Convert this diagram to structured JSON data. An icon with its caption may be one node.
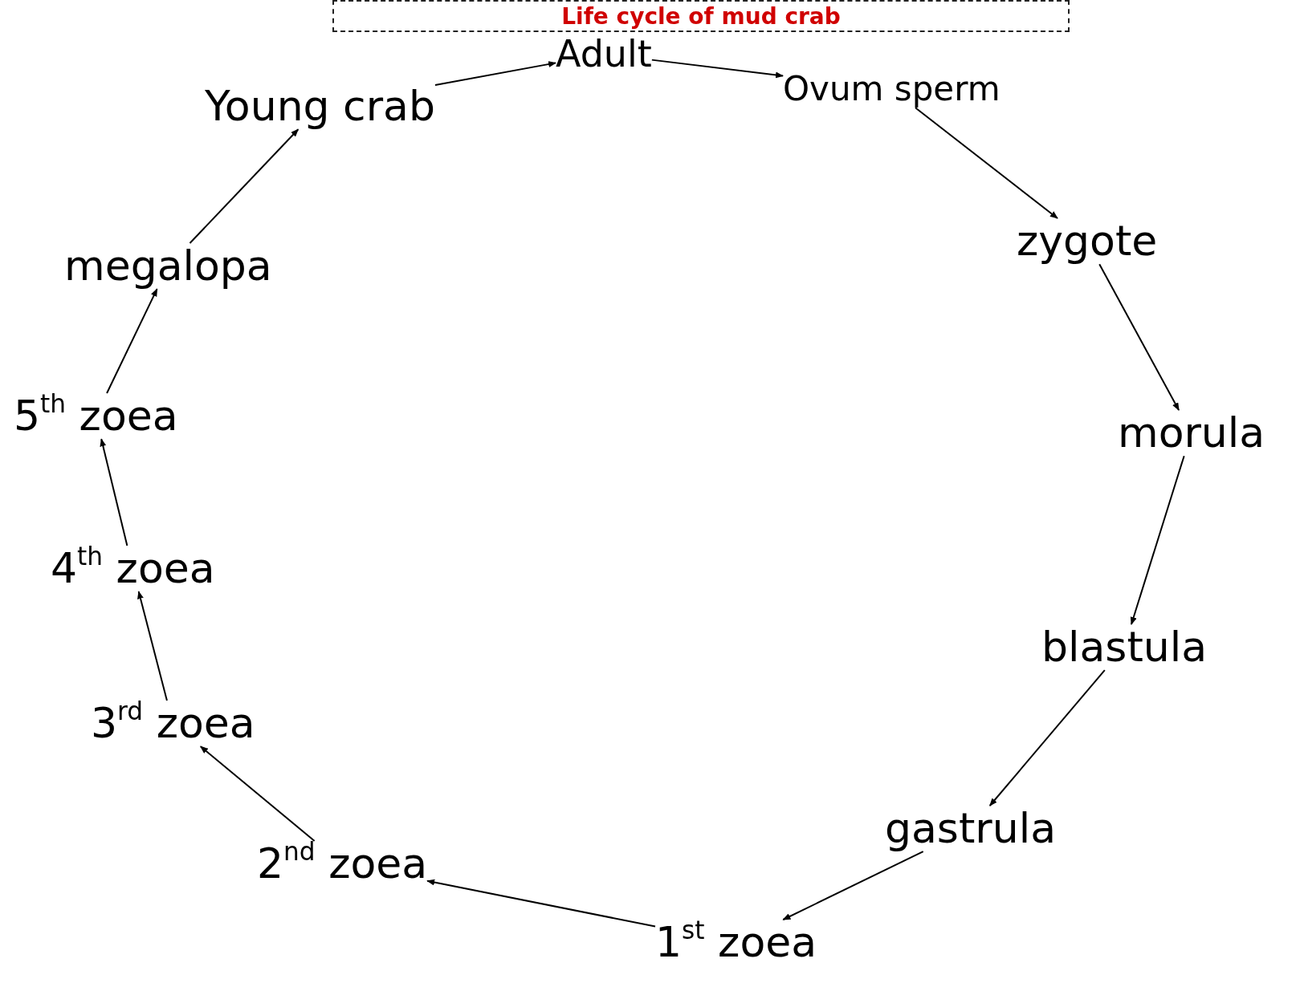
{
  "diagram": {
    "title": "Life cycle of mud crab",
    "nodes": [
      {
        "text": [
          "Adult"
        ]
      },
      {
        "text": [
          "Ovum sperm"
        ]
      },
      {
        "text": [
          "zygote"
        ]
      },
      {
        "text": [
          "morula"
        ]
      },
      {
        "text": [
          "blastula"
        ]
      },
      {
        "text": [
          "gastrula"
        ]
      },
      {
        "text": [
          "1$^{st}$ zoea"
        ]
      },
      {
        "text": [
          "2$^{nd}$ zoea"
        ]
      },
      {
        "text": [
          "3$^{rd}$ zoea"
        ]
      },
      {
        "text": [
          "4$^{th}$ zoea"
        ]
      },
      {
        "text": [
          "5$^{th}$ zoea"
        ]
      },
      {
        "text": [
          "megalopa"
        ]
      },
      {
        "text": [
          "Young crab"
        ]
      }
    ],
    "edges": [
      {
        "from": 0,
        "to": 1,
        "arrow": "to"
      },
      {
        "from": 1,
        "to": 2,
        "arrow": "to"
      },
      {
        "from": 2,
        "to": 3,
        "arrow": "to"
      },
      {
        "from": 3,
        "to": 4,
        "arrow": "to"
      },
      {
        "from": 4,
        "to": 5,
        "arrow": "to"
      },
      {
        "from": 5,
        "to": 6,
        "arrow": "to"
      },
      {
        "from": 6,
        "to": 7,
        "arrow": "to"
      },
      {
        "from": 7,
        "to": 8,
        "arrow": "to"
      },
      {
        "from": 8,
        "to": 9,
        "arrow": "to"
      },
      {
        "from": 9,
        "to": 10,
        "arrow": "to"
      },
      {
        "from": 10,
        "to": 11,
        "arrow": "to"
      },
      {
        "from": 11,
        "to": 12,
        "arrow": "to"
      },
      {
        "from": 12,
        "to": 0,
        "arrow": "to"
      }
    ]
  }
}
